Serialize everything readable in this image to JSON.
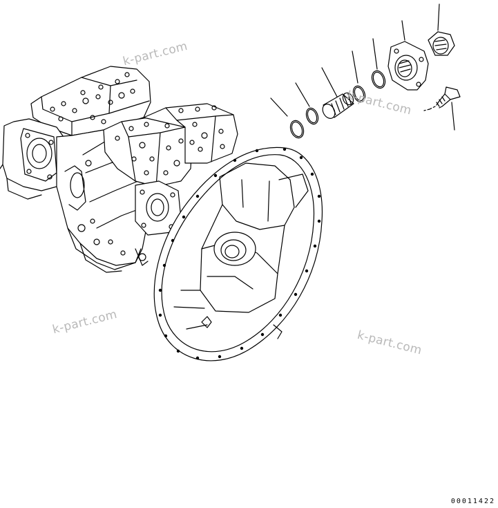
{
  "watermarks": [
    "k-part.com",
    "k-part.com",
    "k-part.com",
    "k-part.com"
  ],
  "drawing_code": "00011422"
}
